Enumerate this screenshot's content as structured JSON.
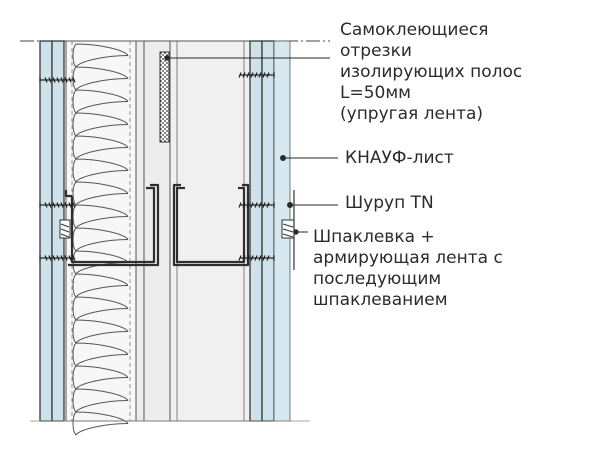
{
  "colors": {
    "board": "#cfe2ec",
    "board_edge": "#2a2a2a",
    "insulation": "#f4f4f4",
    "cavity": "#f2f2f2",
    "steel": "#3a3a3a",
    "leader": "#2a2a2a"
  },
  "labels": {
    "strips": "Самоклеющиеся\nотрезки\nизолирующих полос\nL=50мм\n(упругая лента)",
    "board": "КНАУФ-лист",
    "screw": "Шуруп TN",
    "filler": "Шпаклевка +\nармирующая лента с\nпоследующим\nшпаклеванием"
  }
}
